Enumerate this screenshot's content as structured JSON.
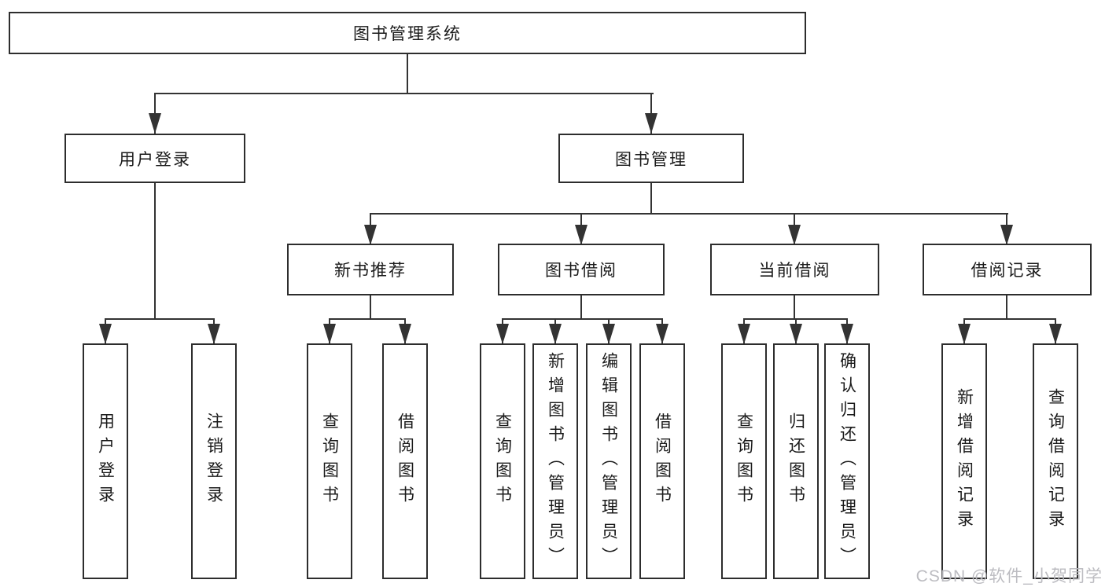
{
  "colors": {
    "line": "#333333",
    "box_border": "#2d2d2d",
    "text": "#1a1a1a",
    "background": "#ffffff",
    "watermark": "#b8b8be"
  },
  "watermark": "CSDN @软件_小贺同学",
  "tree": {
    "root": "图书管理系统",
    "branches": [
      {
        "label": "用户登录",
        "children": [
          "用户登录",
          "注销登录"
        ]
      },
      {
        "label": "图书管理",
        "children": [
          {
            "label": "新书推荐",
            "children": [
              "查询图书",
              "借阅图书"
            ]
          },
          {
            "label": "图书借阅",
            "children": [
              "查询图书",
              "新增图书（管理员）",
              "编辑图书（管理员）",
              "借阅图书"
            ]
          },
          {
            "label": "当前借阅",
            "children": [
              "查询图书",
              "归还图书",
              "确认归还（管理员）"
            ]
          },
          {
            "label": "借阅记录",
            "children": [
              "新增借阅记录",
              "查询借阅记录"
            ]
          }
        ]
      }
    ]
  }
}
